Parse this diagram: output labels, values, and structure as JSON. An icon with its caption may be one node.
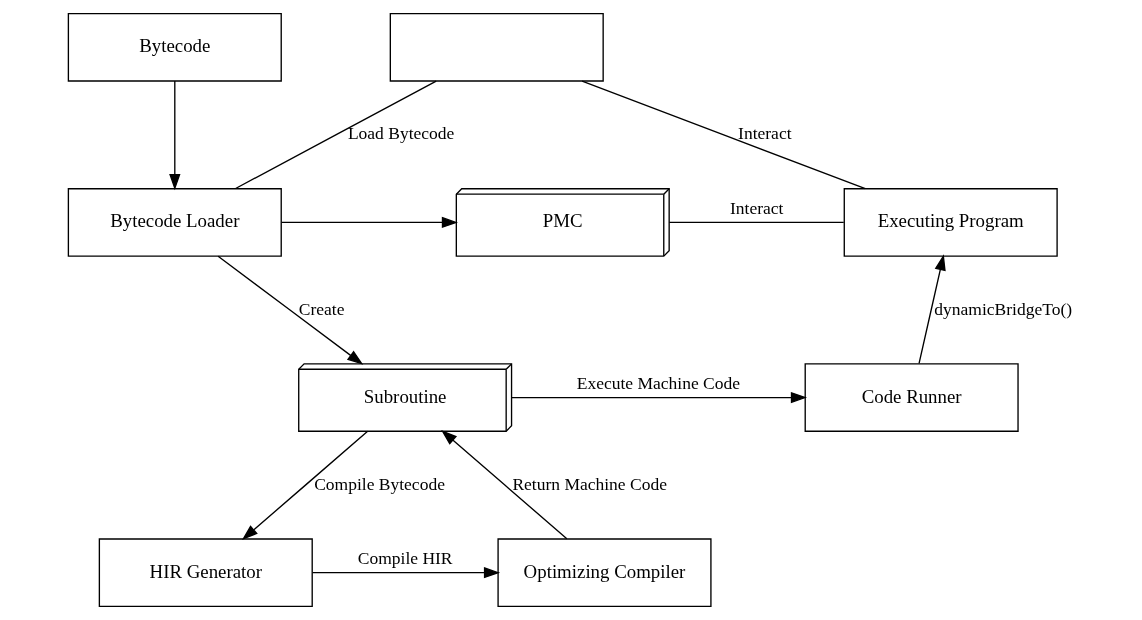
{
  "diagram": {
    "nodes": [
      {
        "text": [
          "Bytecode"
        ]
      },
      {
        "text": [
          "Bytecode Loader"
        ]
      },
      {
        "text": [],
        "shape": "box"
      },
      {
        "text": [
          "PMC"
        ]
      },
      {
        "text": [
          "Executing Program"
        ]
      },
      {
        "text": [
          "Subroutine"
        ]
      },
      {
        "text": [
          "Code Runner"
        ]
      },
      {
        "text": [
          "HIR Generator"
        ]
      },
      {
        "text": [
          "Optimizing Compiler"
        ]
      }
    ],
    "edges": [
      {
        "from": 0,
        "to": 1,
        "arrow": "to"
      },
      {
        "from": 1,
        "to": 2,
        "arrow": "none",
        "label": "Load Bytecode"
      },
      {
        "from": 1,
        "to": 3,
        "arrow": "to"
      },
      {
        "from": 3,
        "to": 4,
        "arrow": "none",
        "label": "Interact"
      },
      {
        "from": 2,
        "to": 4,
        "arrow": "none",
        "label": "Interact"
      },
      {
        "from": 1,
        "to": 5,
        "arrow": "to",
        "label": "Create"
      },
      {
        "from": 5,
        "to": 6,
        "arrow": "to",
        "label": "Execute Machine Code"
      },
      {
        "from": 6,
        "to": 4,
        "arrow": "to",
        "label": "dynamicBridgeTo()"
      },
      {
        "from": 5,
        "to": 7,
        "arrow": "to",
        "label": "Compile Bytecode"
      },
      {
        "from": 7,
        "to": 8,
        "arrow": "to",
        "label": "Compile HIR"
      },
      {
        "from": 8,
        "to": 5,
        "arrow": "to",
        "label": "Return Machine Code"
      }
    ]
  }
}
